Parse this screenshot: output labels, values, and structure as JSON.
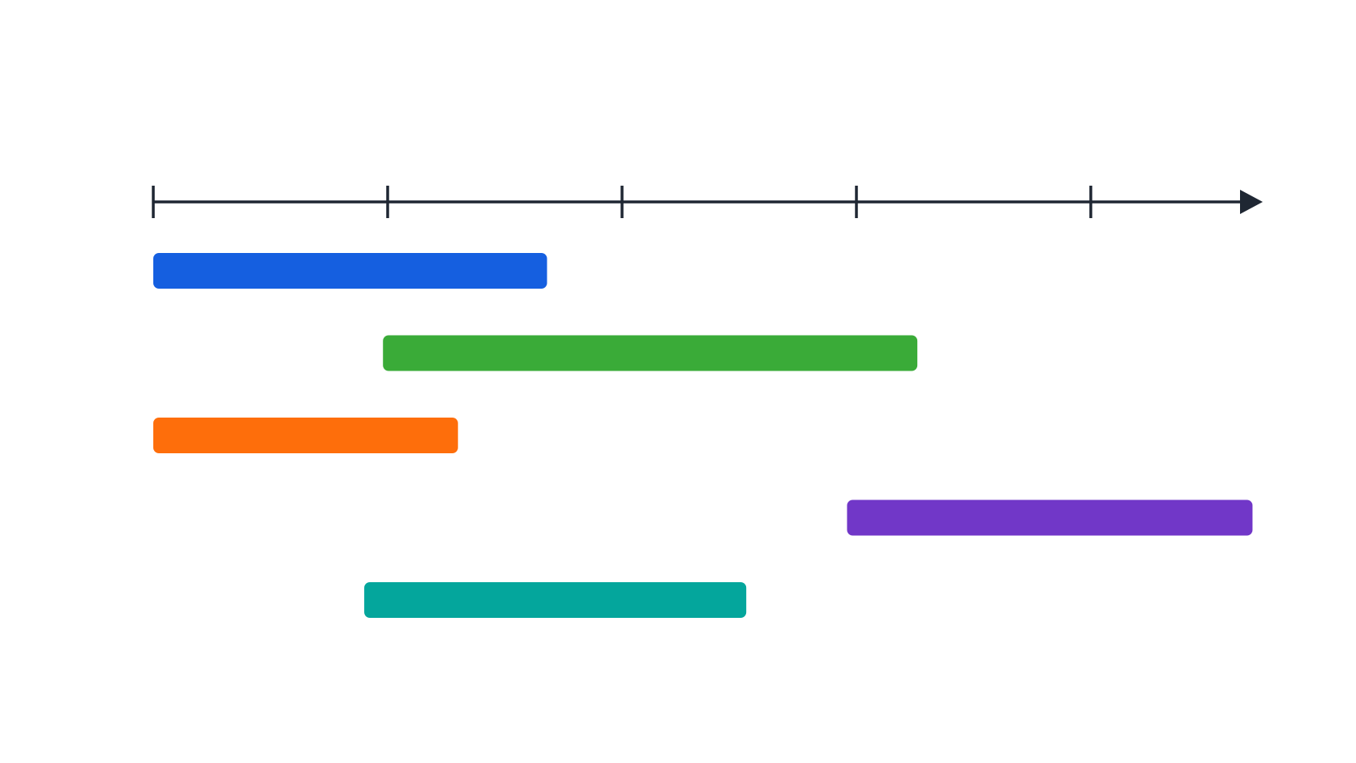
{
  "chart_data": {
    "type": "bar",
    "orientation": "horizontal",
    "layout": "gantt",
    "title": "",
    "xlabel": "",
    "ylabel": "",
    "xlim": [
      0,
      4.75
    ],
    "ticks": [
      0,
      1,
      2,
      3,
      4
    ],
    "tick_labels": [],
    "axis_arrow": true,
    "grid": false,
    "legend": "none",
    "axis_color": "#1f2733",
    "series": [
      {
        "start": 0.0,
        "end": 1.68,
        "color": "#155fe0"
      },
      {
        "start": 0.98,
        "end": 3.26,
        "color": "#3aab38"
      },
      {
        "start": 0.0,
        "end": 1.3,
        "color": "#fe6e0b"
      },
      {
        "start": 2.96,
        "end": 4.69,
        "color": "#7137c8"
      },
      {
        "start": 0.9,
        "end": 2.53,
        "color": "#04a69c"
      }
    ]
  }
}
